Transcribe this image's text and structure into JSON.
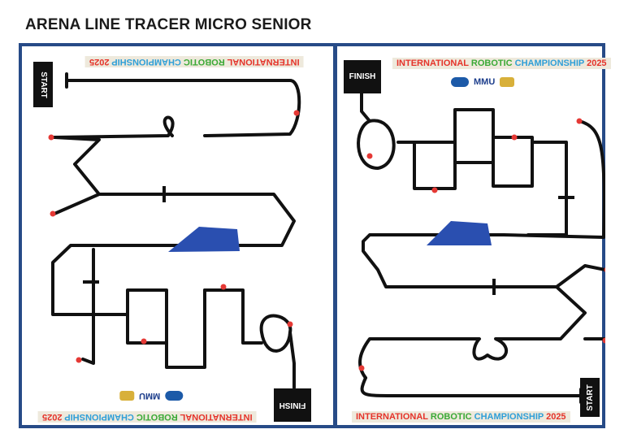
{
  "page": {
    "title": "ARENA LINE TRACER MICRO SENIOR"
  },
  "banner": {
    "parts": [
      {
        "text": "INTERNATIONAL ",
        "color": "#e5332a"
      },
      {
        "text": "ROBOTIC ",
        "color": "#3aa935"
      },
      {
        "text": "CHAMPIONSHIP ",
        "color": "#2f9fd8"
      },
      {
        "text": "2025",
        "color": "#e5332a"
      }
    ]
  },
  "left_board": {
    "start_label": "START",
    "finish_label": "FINISH"
  },
  "right_board": {
    "start_label": "START",
    "finish_label": "FINISH"
  },
  "logos": {
    "mmu_text": "MMU"
  },
  "colors": {
    "frame": "#274b87",
    "track": "#111111",
    "checkpoint": "#e53935",
    "tent": "#2a4fb0"
  }
}
